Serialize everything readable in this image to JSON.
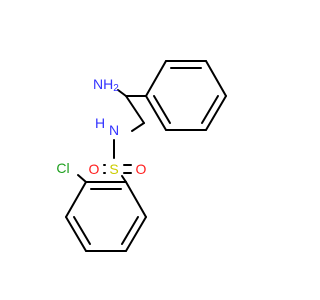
{
  "molecule": {
    "atoms": {
      "amine": {
        "text": "NH",
        "sub": "2",
        "color": "#3333ff"
      },
      "sulfonamide_n": {
        "text": "N",
        "color": "#3333ff"
      },
      "sulfonamide_h": {
        "text": "H",
        "color": "#3333ff"
      },
      "sulfur": {
        "text": "S",
        "color": "#cccc00"
      },
      "oxygen_left": {
        "text": "O",
        "color": "#ff2020"
      },
      "oxygen_right": {
        "text": "O",
        "color": "#ff2020"
      },
      "chlorine": {
        "text": "Cl",
        "color": "#1fa01f"
      }
    },
    "bond_color": "#000000"
  }
}
